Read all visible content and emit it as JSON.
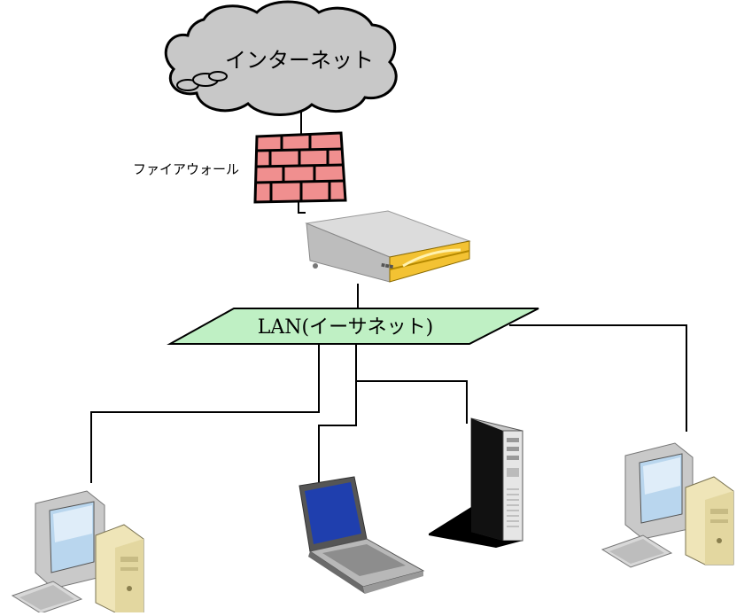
{
  "labels": {
    "internet": "インターネット",
    "firewall": "ファイアウォール",
    "lan": "LAN(イーサネット)"
  },
  "colors": {
    "cloud_fill": "#c8c8c8",
    "firewall_fill": "#f08f8f",
    "lan_fill": "#bff0c4",
    "server_accent": "#f3c233",
    "line": "#000000"
  },
  "icons": [
    "cloud-icon",
    "firewall-icon",
    "rack-server-icon",
    "desktop-pc-icon",
    "laptop-icon",
    "tower-server-icon"
  ]
}
